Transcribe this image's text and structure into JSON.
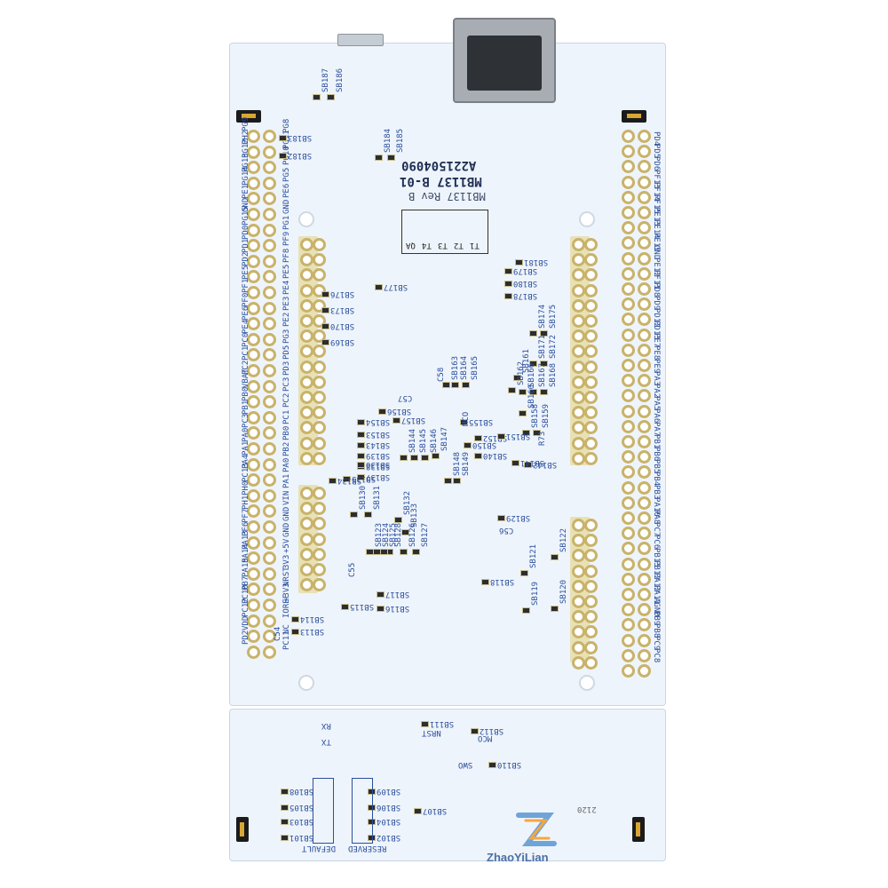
{
  "board": {
    "model": "MB1137 B-01",
    "revision": "MB1137 Rev B",
    "serial": "A221504090",
    "test_boxes": [
      "T1",
      "T2",
      "T3",
      "T4",
      "QA"
    ],
    "date_code": "2120"
  },
  "left_outer_labels": [
    "PG9",
    "PH2",
    "PG12",
    "PG13",
    "PG14",
    "PE1",
    "GND",
    "PG15",
    "PD0",
    "PD1",
    "PD2",
    "PE5",
    "PF1",
    "PF0",
    "PE6",
    "PE4",
    "PC0",
    "PC1",
    "PC2",
    "VBAT",
    "PB0",
    "PB1",
    "PC3",
    "PA0",
    "PA1",
    "PA4",
    "PC13",
    "PH0",
    "PH1",
    "PF7",
    "PF6",
    "PA13",
    "PA14",
    "PA15",
    "PB7",
    "PC10",
    "PC12",
    "VDD",
    "PD2"
  ],
  "left_inner_labels": [
    "PG8",
    "PG11",
    "PG10",
    "PG5",
    "PE6",
    "GND",
    "PG1",
    "PF9",
    "PF8",
    "PE5",
    "PE4",
    "PE3",
    "PE2",
    "PG3",
    "PD5",
    "PD3",
    "PC3",
    "PC2",
    "PC1",
    "PB0",
    "PB2",
    "PA0",
    "PA1",
    "VIN",
    "GND",
    "GND",
    "+5V",
    "3V3",
    "NRST",
    "+3V3",
    "IOREF",
    "NC",
    "PC11"
  ],
  "right_outer_labels": [
    "PD4",
    "PD5",
    "PD6",
    "PF13",
    "PF14",
    "PF15",
    "PE13",
    "PE14",
    "PE15",
    "GND",
    "PE12",
    "PF11",
    "PD8",
    "PD9",
    "PD12",
    "PD13",
    "PE7",
    "PE8",
    "PE9",
    "PA3",
    "PA2",
    "PA5",
    "PA6",
    "PA7",
    "PB1",
    "PB6",
    "PB5",
    "PB4",
    "PB3",
    "PA10",
    "PA8",
    "PC7",
    "PC6",
    "PB13",
    "PB12",
    "PA12",
    "PA11",
    "AGND",
    "PB9",
    "PB8",
    "PC9",
    "PC8"
  ],
  "sb_labels": [
    "SB187",
    "SB186",
    "SB183",
    "SB182",
    "SB184",
    "SB185",
    "SB176",
    "SB173",
    "SB170",
    "SB169",
    "SB177",
    "SB181",
    "SB179",
    "SB180",
    "SB178",
    "SB174",
    "SB175",
    "SB171",
    "SB172",
    "SB167",
    "SB168",
    "SB166",
    "SB161",
    "SB163",
    "SB164",
    "SB165",
    "SB162",
    "SB160",
    "SB158",
    "SB159",
    "SB157",
    "SB156",
    "SB155",
    "SB154",
    "SB153",
    "SB152",
    "SB151",
    "SB150",
    "SB149",
    "SB148",
    "SB147",
    "SB146",
    "SB145",
    "SB144",
    "SB143",
    "SB142",
    "SB141",
    "SB140",
    "SB139",
    "SB138",
    "SB137",
    "SB136",
    "SB135",
    "SB134",
    "SB133",
    "SB132",
    "SB131",
    "SB130",
    "SB129",
    "SB128",
    "SB127",
    "SB126",
    "SB125",
    "SB124",
    "SB123",
    "SB122",
    "SB121",
    "SB120",
    "SB119",
    "SB118",
    "SB117",
    "SB116",
    "SB115",
    "SB114",
    "SB113",
    "SB112",
    "SB111",
    "SB110",
    "SB109",
    "SB108",
    "SB107",
    "SB106",
    "SB105",
    "SB104",
    "SB103",
    "SB102",
    "SB101"
  ],
  "caps": [
    "C58",
    "C57",
    "C56",
    "C55",
    "C54",
    "R73"
  ],
  "misc": {
    "mco": "MCO",
    "rx": "RX",
    "tx": "TX",
    "nrst": "NRST",
    "swo": "SWO",
    "mco2": "MCO",
    "default": "DEFAULT",
    "reserved": "RESERVED"
  },
  "watermark": "ZhaoYiLian"
}
